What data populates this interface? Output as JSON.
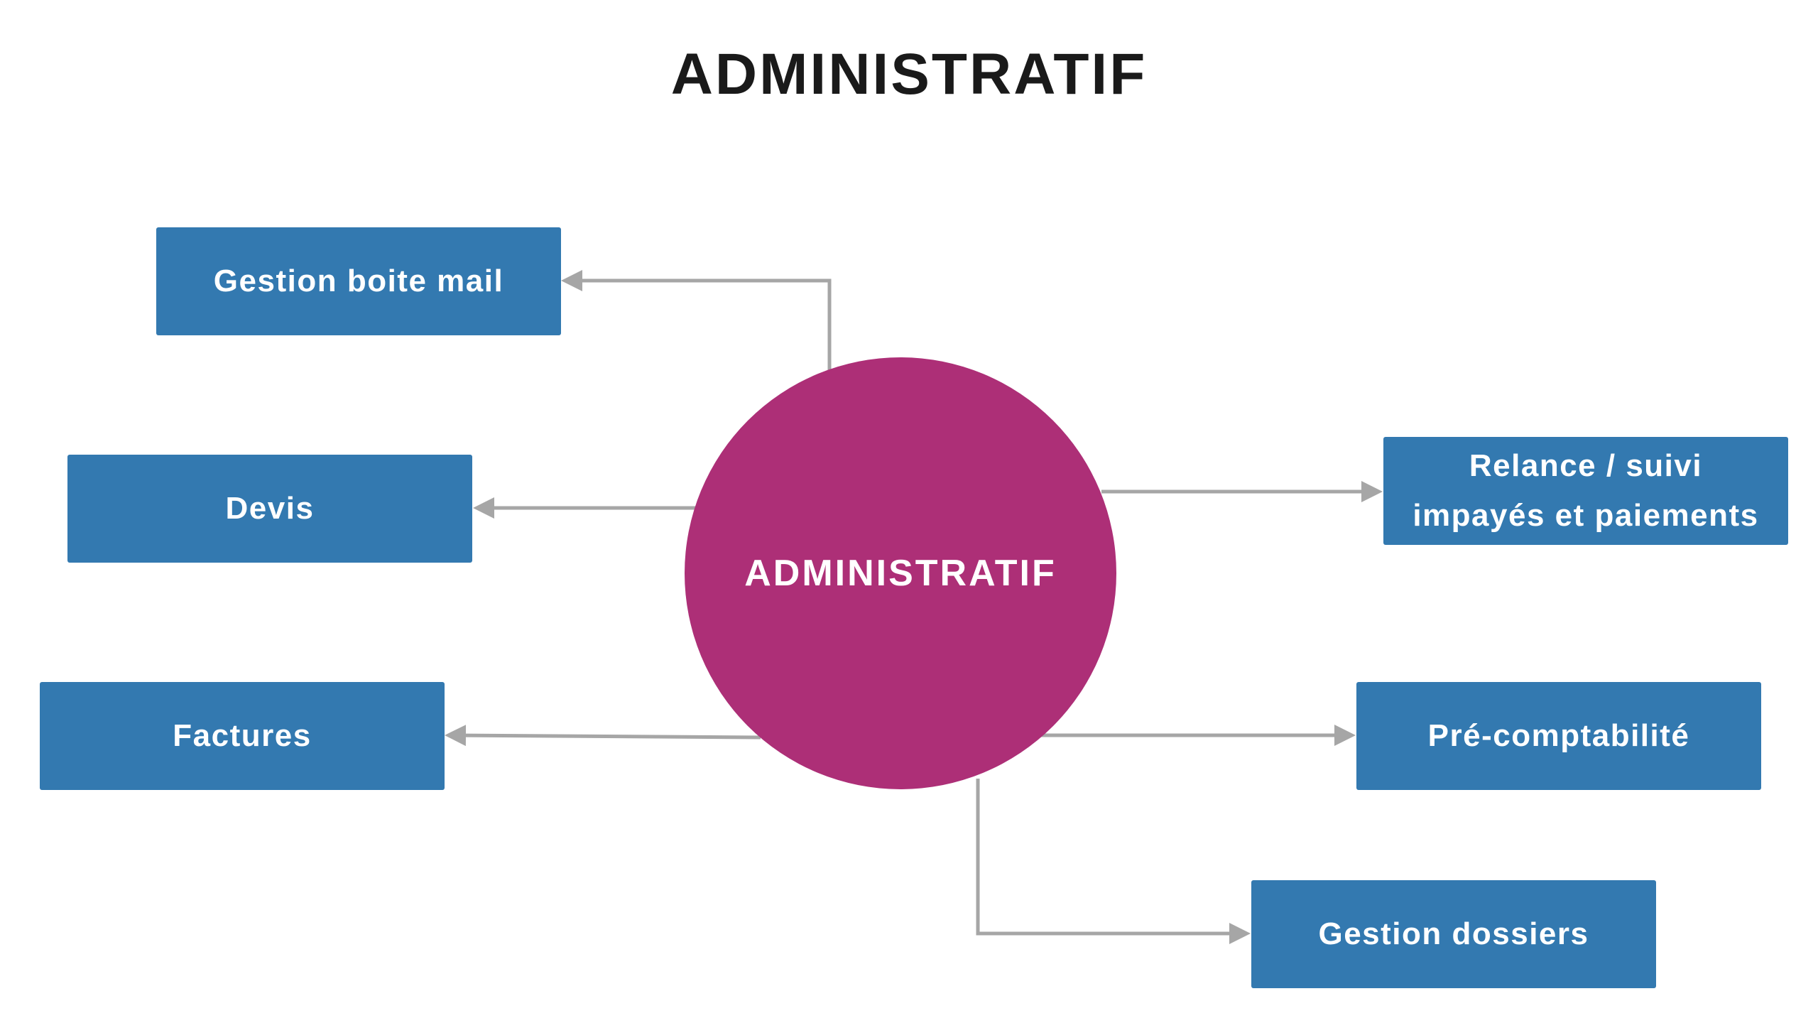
{
  "title": "ADMINISTRATIF",
  "center": {
    "label": "ADMINISTRATIF",
    "color": "#ad2f77"
  },
  "node_color": "#3379b0",
  "connector_color": "#a6a6a6",
  "nodes": [
    {
      "label": "Gestion boite mail"
    },
    {
      "label": "Devis"
    },
    {
      "label": "Factures"
    },
    {
      "label_line1": "Relance / suivi",
      "label_line2": "impayés et paiements"
    },
    {
      "label": "Pré-comptabilité"
    },
    {
      "label": "Gestion dossiers"
    }
  ]
}
